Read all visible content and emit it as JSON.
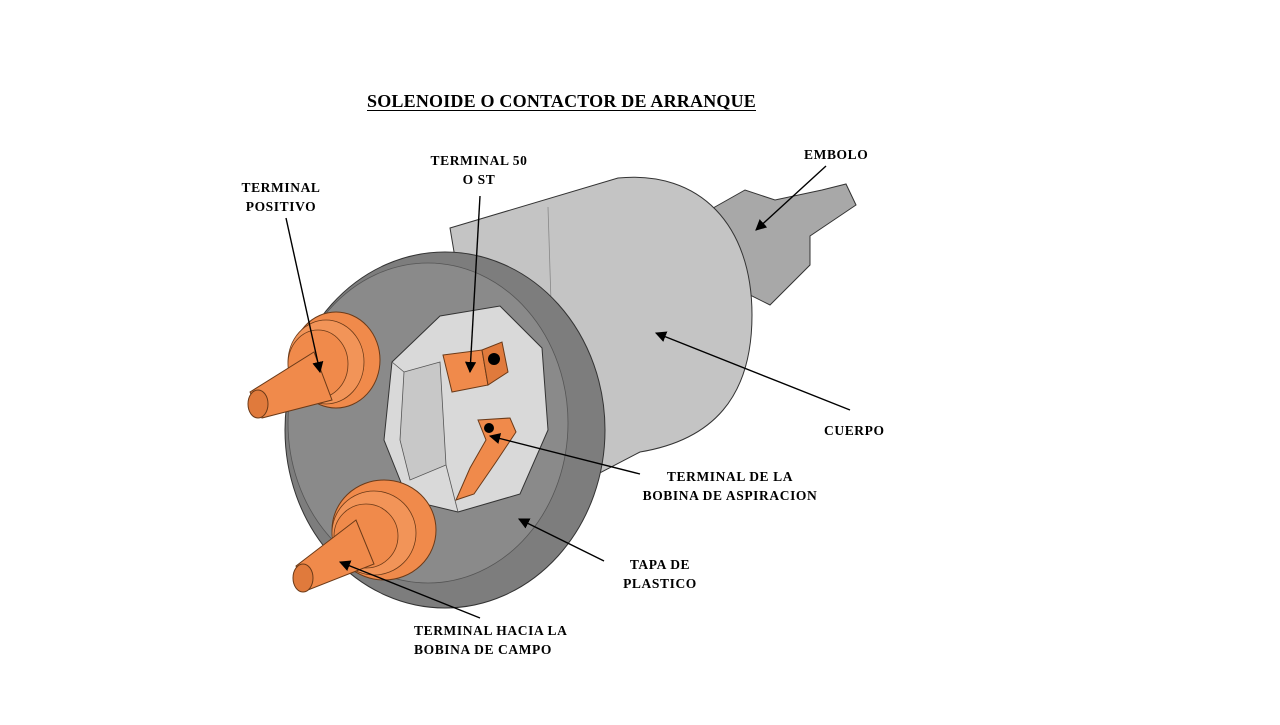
{
  "title": "SOLENOIDE O CONTACTOR DE ARRANQUE",
  "labels": {
    "embolo": "EMBOLO",
    "terminal_50": [
      "TERMINAL 50",
      "O ST"
    ],
    "terminal_positivo": [
      "TERMINAL",
      "POSITIVO"
    ],
    "cuerpo": "CUERPO",
    "terminal_aspiracion": [
      "TERMINAL DE LA",
      "BOBINA DE ASPIRACION"
    ],
    "tapa_plastico": [
      "TAPA DE",
      "PLASTICO"
    ],
    "terminal_campo": [
      "TERMINAL HACIA LA",
      "BOBINA DE CAMPO"
    ]
  },
  "colors": {
    "copper": "#f08a4b",
    "body_gray": "#c4c4c4",
    "cap_gray": "#7d7d7d",
    "face_gray": "#d9d9d9",
    "plunger_gray": "#a8a8a8"
  }
}
